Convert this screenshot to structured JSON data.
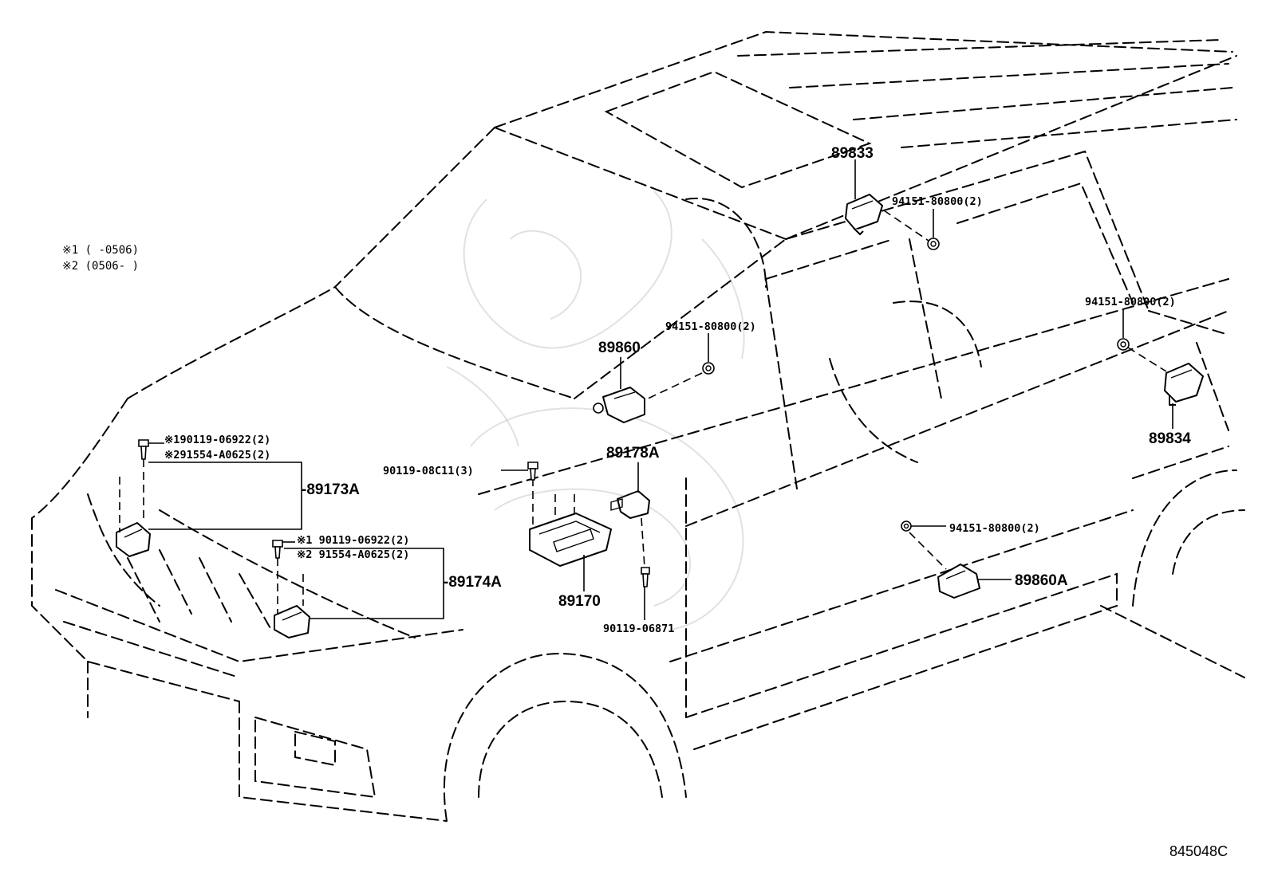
{
  "notes": {
    "note1": "※1 (     -0506)",
    "note2": "※2 (0506-     )"
  },
  "labels": {
    "p89833": "89833",
    "p89834": "89834",
    "p89860": "89860",
    "p89860a": "89860A",
    "p89178a": "89178A",
    "p89170": "89170",
    "p89173a": "-89173A",
    "p89174a": "-89174A",
    "nut_right_top": "94151-80800(2)",
    "nut_right_mid": "94151-80800(2)",
    "nut_center": "94151-80800(2)",
    "nut_lower": "94151-80800(2)",
    "bolt_ecu": "90119-08C11(3)",
    "bolt_sensor": "90119-06871",
    "bolt_front_upper_1": "※190119-06922(2)",
    "bolt_front_upper_2": "※291554-A0625(2)",
    "bolt_front_lower_1": "※1 90119-06922(2)",
    "bolt_front_lower_2": "※2 91554-A0625(2)"
  },
  "figure_number": "845048C"
}
